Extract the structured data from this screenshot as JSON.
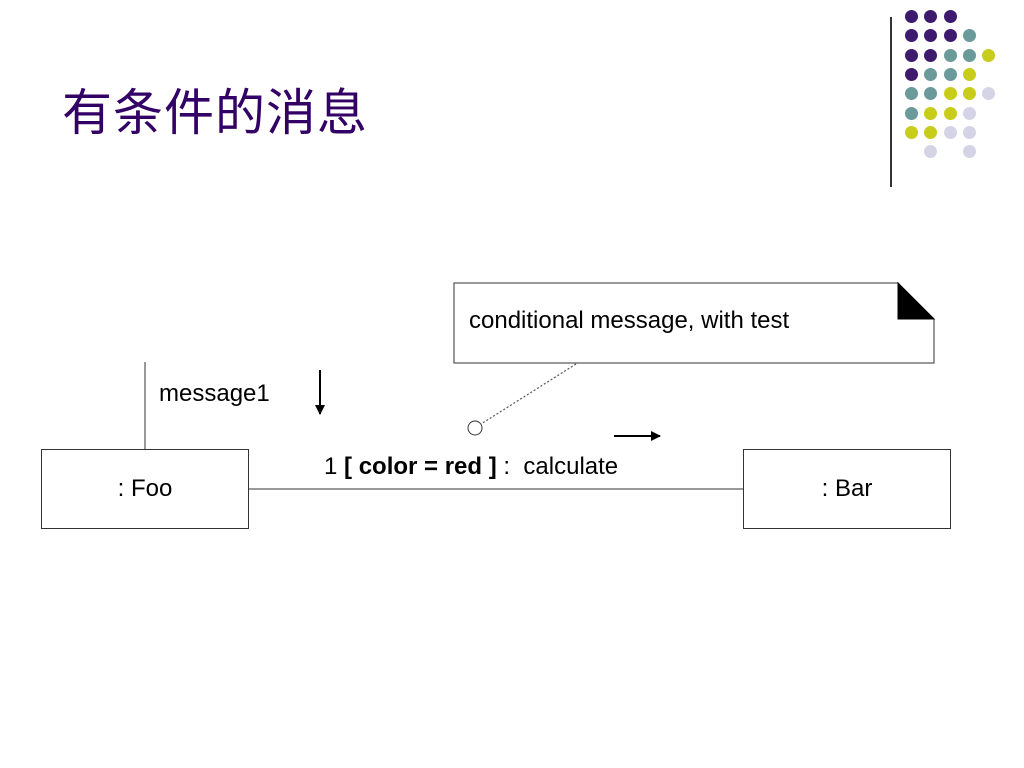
{
  "slide": {
    "title": "有条件的消息"
  },
  "decor": {
    "dot_colors": {
      "purple": "#3d1a6e",
      "teal": "#6b9a9a",
      "yellow": "#c8cc1a",
      "lavender": "#d4d4e6"
    },
    "dot_grid": [
      [
        "purple",
        "purple",
        "purple"
      ],
      [
        "purple",
        "purple",
        "purple",
        "teal"
      ],
      [
        "purple",
        "purple",
        "teal",
        "teal",
        "yellow"
      ],
      [
        "purple",
        "teal",
        "teal",
        "yellow"
      ],
      [
        "teal",
        "teal",
        "yellow",
        "yellow",
        "lavender"
      ],
      [
        "teal",
        "yellow",
        "yellow",
        "lavender"
      ],
      [
        "yellow",
        "yellow",
        "lavender",
        "lavender"
      ],
      [
        null,
        "lavender",
        null,
        "lavender"
      ]
    ]
  },
  "diagram": {
    "foo_label": ": Foo",
    "bar_label": ": Bar",
    "message1_label": "message1",
    "note_text": "conditional message, with test",
    "sequence_number": "1",
    "guard": "[ color = red ]",
    "separator": ":",
    "message_name": "calculate"
  }
}
